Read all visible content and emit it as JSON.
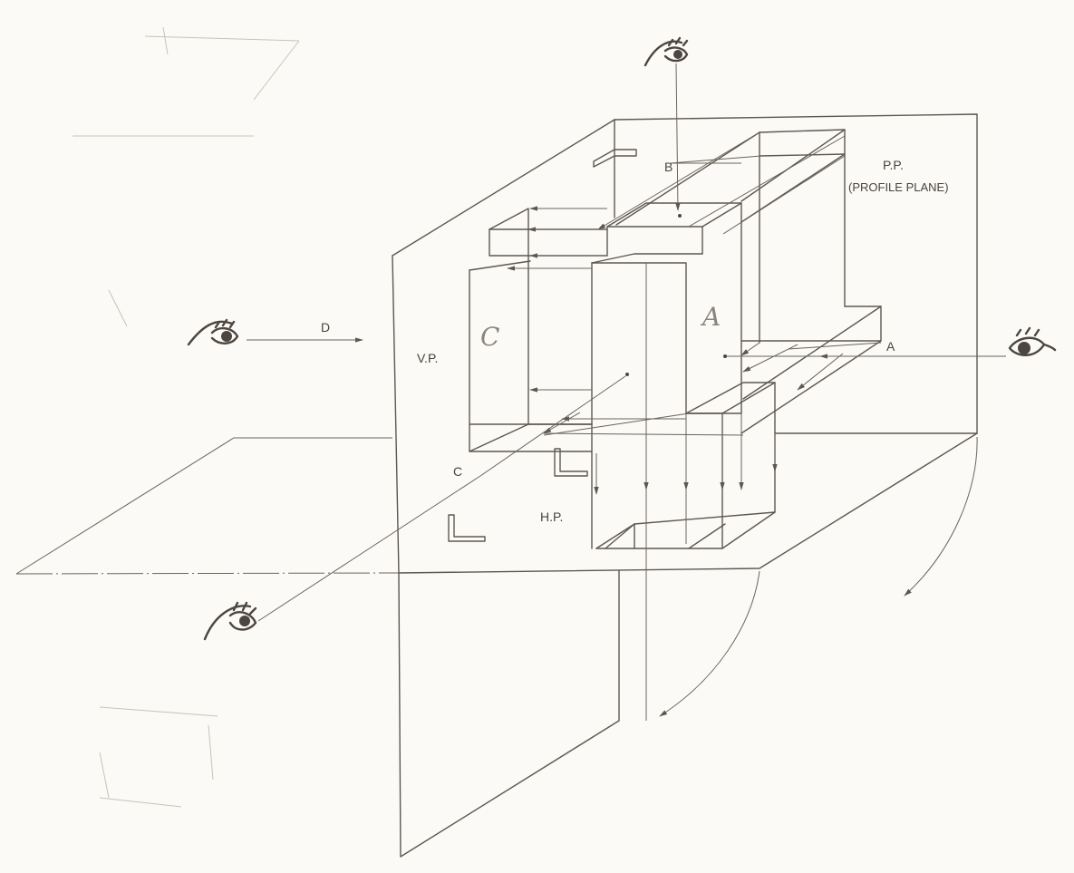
{
  "labels": {
    "B": "B",
    "pp": "P.P.",
    "profile_plane": "(PROFILE PLANE)",
    "D": "D",
    "VP": "V.P.",
    "A": "A",
    "C": "C",
    "HP": "H.P.",
    "face_A": "A",
    "face_C": "C"
  }
}
